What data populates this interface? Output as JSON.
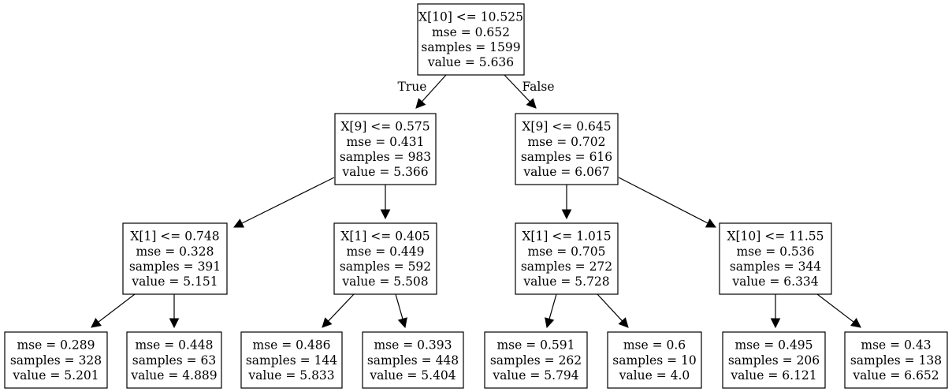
{
  "tree": {
    "nodes": [
      {
        "id": "n0",
        "lines": [
          "X[10] <= 10.525",
          "mse = 0.652",
          "samples = 1599",
          "value = 5.636"
        ]
      },
      {
        "id": "n1",
        "lines": [
          "X[9] <= 0.575",
          "mse = 0.431",
          "samples = 983",
          "value = 5.366"
        ]
      },
      {
        "id": "n2",
        "lines": [
          "X[9] <= 0.645",
          "mse = 0.702",
          "samples = 616",
          "value = 6.067"
        ]
      },
      {
        "id": "n3",
        "lines": [
          "X[1] <= 0.748",
          "mse = 0.328",
          "samples = 391",
          "value = 5.151"
        ]
      },
      {
        "id": "n4",
        "lines": [
          "X[1] <= 0.405",
          "mse = 0.449",
          "samples = 592",
          "value = 5.508"
        ]
      },
      {
        "id": "n5",
        "lines": [
          "X[1] <= 1.015",
          "mse = 0.705",
          "samples = 272",
          "value = 5.728"
        ]
      },
      {
        "id": "n6",
        "lines": [
          "X[10] <= 11.55",
          "mse = 0.536",
          "samples = 344",
          "value = 6.334"
        ]
      },
      {
        "id": "n7",
        "lines": [
          "mse = 0.289",
          "samples = 328",
          "value = 5.201"
        ]
      },
      {
        "id": "n8",
        "lines": [
          "mse = 0.448",
          "samples = 63",
          "value = 4.889"
        ]
      },
      {
        "id": "n9",
        "lines": [
          "mse = 0.486",
          "samples = 144",
          "value = 5.833"
        ]
      },
      {
        "id": "n10",
        "lines": [
          "mse = 0.393",
          "samples = 448",
          "value = 5.404"
        ]
      },
      {
        "id": "n11",
        "lines": [
          "mse = 0.591",
          "samples = 262",
          "value = 5.794"
        ]
      },
      {
        "id": "n12",
        "lines": [
          "mse = 0.6",
          "samples = 10",
          "value = 4.0"
        ]
      },
      {
        "id": "n13",
        "lines": [
          "mse = 0.495",
          "samples = 206",
          "value = 6.121"
        ]
      },
      {
        "id": "n14",
        "lines": [
          "mse = 0.43",
          "samples = 138",
          "value = 6.652"
        ]
      }
    ],
    "edges": [
      {
        "from": "n0",
        "to": "n1",
        "label": "True"
      },
      {
        "from": "n0",
        "to": "n2",
        "label": "False"
      },
      {
        "from": "n1",
        "to": "n3"
      },
      {
        "from": "n1",
        "to": "n4"
      },
      {
        "from": "n2",
        "to": "n5"
      },
      {
        "from": "n2",
        "to": "n6"
      },
      {
        "from": "n3",
        "to": "n7"
      },
      {
        "from": "n3",
        "to": "n8"
      },
      {
        "from": "n4",
        "to": "n9"
      },
      {
        "from": "n4",
        "to": "n10"
      },
      {
        "from": "n5",
        "to": "n11"
      },
      {
        "from": "n5",
        "to": "n12"
      },
      {
        "from": "n6",
        "to": "n13"
      },
      {
        "from": "n6",
        "to": "n14"
      }
    ]
  },
  "colors": {
    "stroke": "#000000",
    "fill": "#ffffff",
    "text": "#000000"
  }
}
